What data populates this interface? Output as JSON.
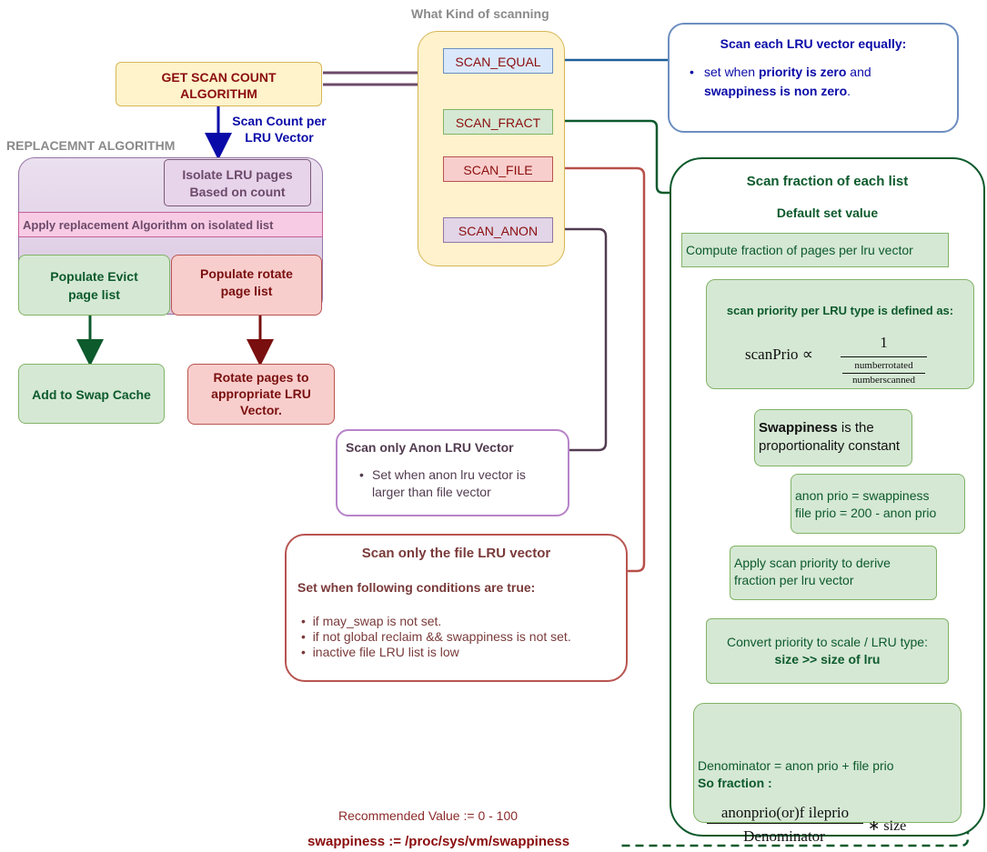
{
  "kinds_title": "What Kind of scanning",
  "get_scan": {
    "line1": "GET SCAN COUNT",
    "line2": "ALGORITHM"
  },
  "scan_count_label": {
    "line1": "Scan Count per",
    "line2": "LRU Vector"
  },
  "replacement_title": "REPLACEMNT ALGORITHM",
  "isolate": {
    "line1": "Isolate LRU pages",
    "line2": "Based on count"
  },
  "apply_replacement": "Apply replacement Algorithm on isolated list",
  "populate_evict": {
    "line1": "Populate Evict",
    "line2": "page list"
  },
  "populate_rotate": {
    "line1": "Populate rotate",
    "line2": "page list"
  },
  "add_swap_cache": "Add to Swap Cache",
  "rotate_pages": {
    "line1": "Rotate pages to",
    "line2": "appropriate LRU",
    "line3": "Vector."
  },
  "scan_kinds": {
    "equal": "SCAN_EQUAL",
    "fract": "SCAN_FRACT",
    "file": "SCAN_FILE",
    "anon": "SCAN_ANON"
  },
  "equal_box": {
    "title": "Scan each LRU vector equally:",
    "pre1": "set when ",
    "bold1": "priority is zero",
    "mid": " and",
    "bold2": "swappiness is non zero",
    "post": "."
  },
  "anon_box": {
    "title": "Scan only Anon LRU Vector",
    "item_line1": "Set when anon lru vector is",
    "item_line2": "larger than file vector"
  },
  "file_box": {
    "title": "Scan only the file LRU vector",
    "subtitle": "Set when following conditions are true:",
    "items": [
      "if may_swap is not set.",
      "if  not global reclaim && swappiness is not set.",
      "inactive file LRU list is low"
    ]
  },
  "fraction": {
    "title": "Scan fraction of each list",
    "subtitle": "Default set value",
    "compute": "Compute fraction of pages per lru vector",
    "priority_heading": "scan priority per LRU type is defined as:",
    "formula_lhs": "scanPrio ∝",
    "formula_one": "1",
    "formula_num": "numberrotated",
    "formula_den": "numberscanned",
    "swappiness_bold": "Swappiness",
    "swappiness_rest1": " is the",
    "swappiness_rest2": "proportionality constant",
    "anon_prio": "anon prio = swappiness",
    "file_prio": "file prio = 200 - anon prio",
    "apply_line1": "Apply scan priority to derive",
    "apply_line2": "fraction per lru vector",
    "convert_line1": "Convert priority to scale / LRU type:",
    "convert_line2": "size >> size of lru",
    "denominator": "Denominator = anon prio + file prio",
    "so_fraction": "So fraction :",
    "frac_num": "anonprio(or)f ileprio",
    "frac_den": "Denominator",
    "frac_mul": "∗ size"
  },
  "recommended": "Recommended Value := 0 - 100",
  "swappiness_path": "swappiness := /proc/sys/vm/swappiness"
}
